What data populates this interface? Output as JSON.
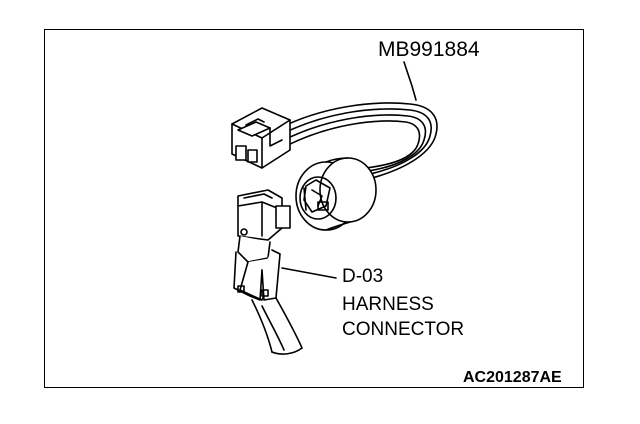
{
  "diagram": {
    "tool_label": "MB991884",
    "connector_id": "D-03",
    "connector_line1": "HARNESS",
    "connector_line2": "CONNECTOR",
    "figure_code": "AC201287AE"
  },
  "colors": {
    "line": "#000000",
    "background": "#ffffff"
  }
}
